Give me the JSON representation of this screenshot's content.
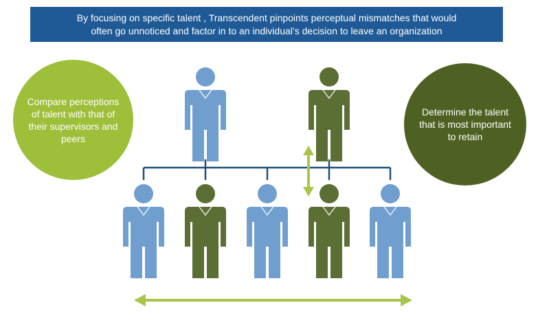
{
  "banner": {
    "line1": "By focusing on specific talent , Transcendent  pinpoints perceptual mismatches that would",
    "line2": "often go unnoticed and factor in to an individual’s decision to leave an organization"
  },
  "left_circle": {
    "lines": [
      "Compare perceptions",
      "of talent with that of",
      "their supervisors and",
      "peers"
    ]
  },
  "right_circle": {
    "lines": [
      "Determine the talent",
      "that is most important",
      "to retain"
    ]
  },
  "colors": {
    "banner": "#1f5a96",
    "blue_person": "#6f9ecf",
    "green_person": "#5b6e34",
    "left_circle": "#9ebf3a",
    "right_circle": "#4f6122",
    "arrow": "#a8c54a",
    "connector": "#1f4e79"
  },
  "people": {
    "top": [
      "blue",
      "green"
    ],
    "bottom": [
      "blue",
      "green",
      "blue",
      "green",
      "blue"
    ]
  }
}
